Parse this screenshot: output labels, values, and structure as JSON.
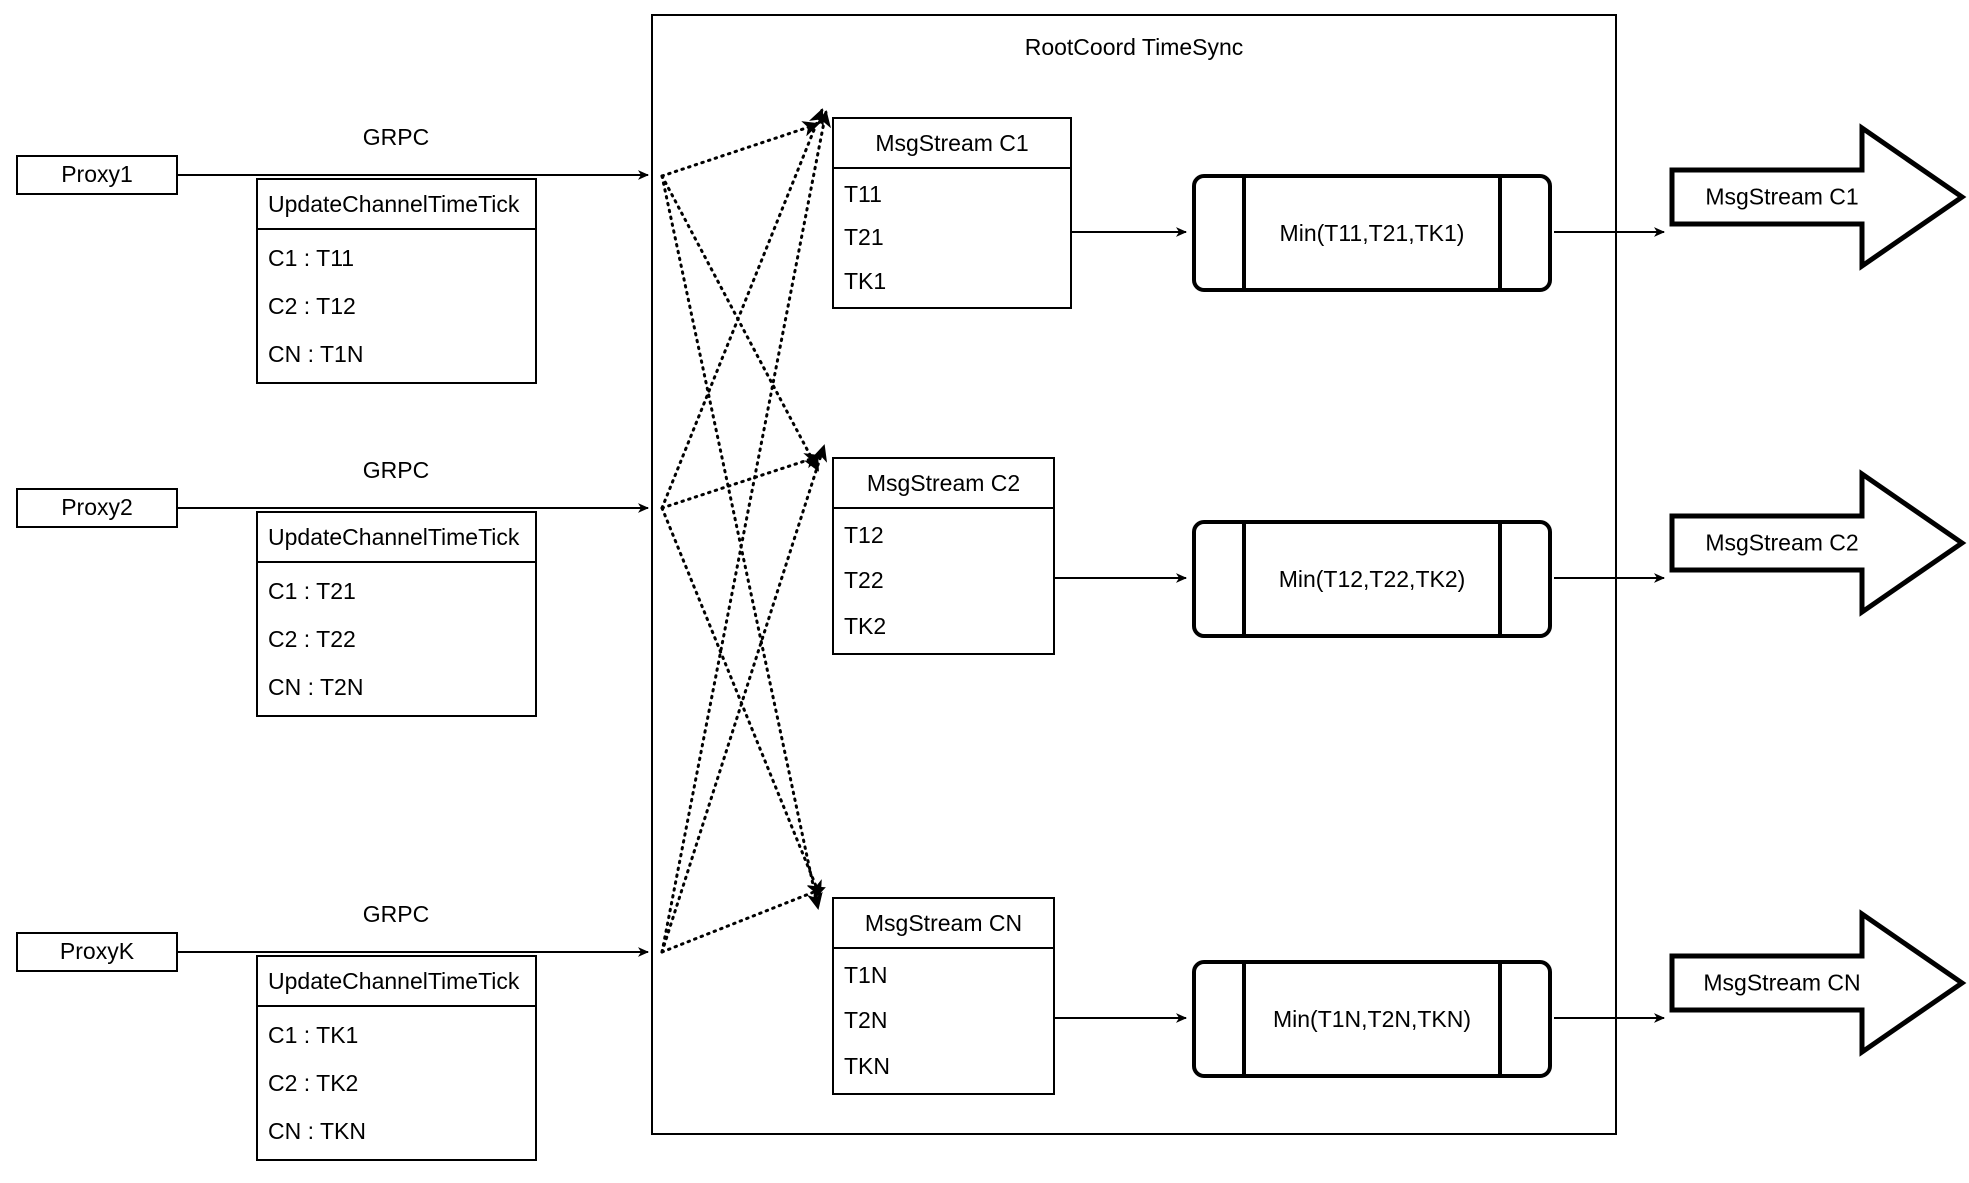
{
  "diagram": {
    "title": "RootCoord TimeSync",
    "container_label": "RootCoord TimeSync",
    "edge_label_grpc": "GRPC",
    "proxies": [
      {
        "name": "Proxy1",
        "link_label": "GRPC",
        "request": {
          "header": "UpdateChannelTimeTick",
          "rows": [
            "C1 :  T11",
            "C2 :  T12",
            "CN : T1N"
          ]
        }
      },
      {
        "name": "Proxy2",
        "link_label": "GRPC",
        "request": {
          "header": "UpdateChannelTimeTick",
          "rows": [
            "C1 :  T21",
            "C2 :  T22",
            "CN : T2N"
          ]
        }
      },
      {
        "name": "ProxyK",
        "link_label": "GRPC",
        "request": {
          "header": "UpdateChannelTimeTick",
          "rows": [
            "C1 :  TK1",
            "C2 :  TK2",
            "CN : TKN"
          ]
        }
      }
    ],
    "channels": [
      {
        "stream": {
          "header": "MsgStream C1",
          "rows": [
            "T11",
            "T21",
            "TK1"
          ]
        },
        "min": "Min(T11,T21,TK1)",
        "output": "MsgStream C1"
      },
      {
        "stream": {
          "header": "MsgStream C2",
          "rows": [
            "T12",
            "T22",
            "TK2"
          ]
        },
        "min": "Min(T12,T22,TK2)",
        "output": "MsgStream C2"
      },
      {
        "stream": {
          "header": "MsgStream CN",
          "rows": [
            "T1N",
            "T2N",
            "TKN"
          ]
        },
        "min": "Min(T1N,T2N,TKN)",
        "output": "MsgStream CN"
      }
    ],
    "colors": {
      "stroke": "#000000",
      "background": "#ffffff",
      "text": "#000000"
    }
  }
}
